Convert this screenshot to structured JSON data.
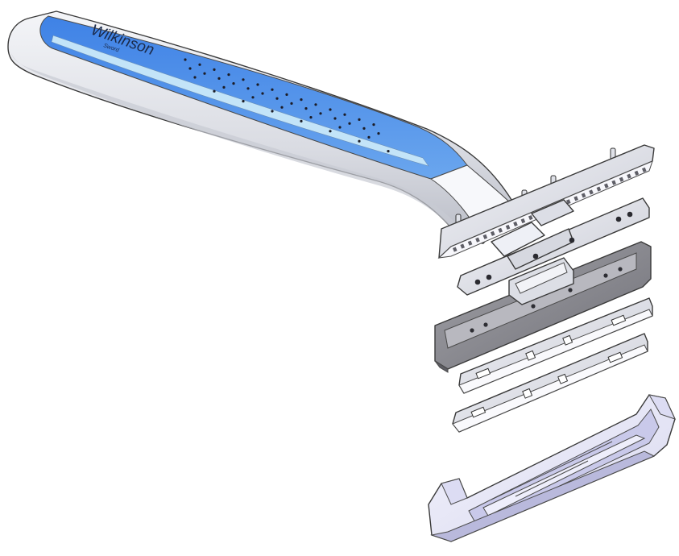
{
  "brand": {
    "name": "Wilkinson",
    "subname": "Sword"
  },
  "colors": {
    "handle_body": "#e4e6ec",
    "handle_band": "#4d8fe8",
    "handle_band_highlight": "#b9ddf7",
    "metal_light": "#e9ebf2",
    "metal_dark": "#8e8e95",
    "cartridge_clear": "#e7e7f7"
  },
  "parts": [
    "handle",
    "blade-guard-top",
    "spacer-plate",
    "cartridge-frame",
    "blade-upper",
    "blade-lower",
    "cartridge-base"
  ]
}
